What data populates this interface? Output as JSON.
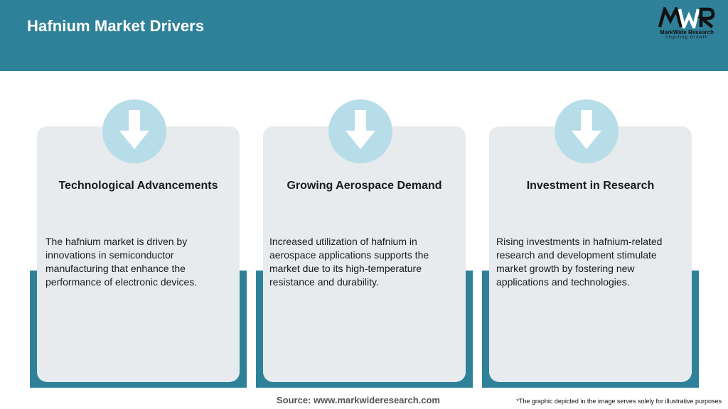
{
  "header": {
    "title": "Hafnium Market Drivers",
    "background_color": "#2f8199"
  },
  "logo": {
    "mark": "MWR",
    "name": "MarkWide Research",
    "tagline": "Inspiring Growth"
  },
  "drivers": [
    {
      "icon": "down-arrow-icon",
      "title": "Technological Advancements",
      "description": "The hafnium market is driven by innovations in semiconductor manufacturing that enhance the performance of electronic devices."
    },
    {
      "icon": "down-arrow-icon",
      "title": "Growing Aerospace Demand",
      "description": "Increased utilization of hafnium in aerospace applications supports the market due to its high-temperature resistance and durability."
    },
    {
      "icon": "down-arrow-icon",
      "title": "Investment in Research",
      "description": "Rising investments in hafnium-related research and development stimulate market growth by fostering new applications and technologies."
    }
  ],
  "footer": {
    "source": "Source: www.markwideresearch.com",
    "disclaimer": "*The graphic depicted in the image serves solely for illustrative purposes"
  },
  "colors": {
    "accent": "#2f8199",
    "card": "#e8ebee",
    "icon_circle": "#b7dde8"
  }
}
